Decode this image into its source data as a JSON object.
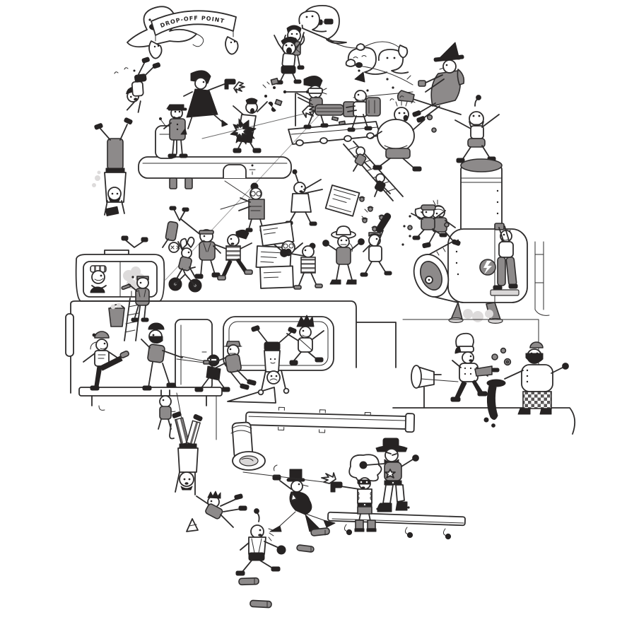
{
  "artwork": {
    "type": "cartoon-illustration",
    "description": "Black-and-white comic illustration of a chaotic free-for-all brawl across pipes, machinery and platforms. Ghosts airlift fighters to a drop-off point, a witch sprays potion, a mohawk gunner fires a minigun from a treadmill, fighters tumble around a giant cannon-boiler, chefs battle with cleaver and saucepan, a dandy dodges a revolver duel on a wheeled cart, and a human chain dangles from a rope.",
    "background_color": "#ffffff",
    "ink_color": "#2e2c2c",
    "gray_color": "#8d8a8a",
    "light_gray_color": "#d9d7d7",
    "banner_text": "DROP-OFF POINT"
  },
  "icons": [
    "lightning-bolt-icon",
    "sheriff-star-icon",
    "muzzle-flash-icon",
    "ghost-icon"
  ],
  "figures": {
    "banner": "DROP-OFF POINT banner held up by two small ghosts",
    "lounging_ghost": "Ghost lounging on its side grinning",
    "carrier_ghost": "Ghost in sunglasses airlifting a man in a harness",
    "dropped_man": "Screaming man being dropped by a ghost",
    "ghost_pair": "Two ghosts swooping in from the right",
    "witch": "Witch on a broomstick spraying potion",
    "upper_platform": "Pipe platform with bellhop, gunslinging woman and exploding man",
    "tumbling_man": "Man tumbling through the air",
    "handstand_man": "Upside-down man doing a handstand",
    "treadmill": "Treadmill rig with blindfolded scooter rider and mohawk minigunner",
    "fat_runner": "Heavy man fleeing the minigun fire",
    "monkey_leaper": "Grinning acrobat leaping over the chimney",
    "cannon_boiler": "Giant boiler cannon with lightning badge, climber and button-pressing woman",
    "brawl_cluster": "Mid-level brawl: crate thrower, granny with needles, crate stack, boxer, cowboy, club man, leaping bandit, strongman swinging a kid, running girl",
    "truck_cab": "Truck cab with driver, sudsy windshield and window washer on a ladder",
    "cyclist": "Hooded cyclist on a tiny bicycle",
    "plank_fight": "Plank fight: kicking woman, bearded man, ninja with sword, man hanging below",
    "window_fighters": "Fighters by the big window: door puller, handstand fighter, mohawk jumper",
    "chef_fight": "Chef with cleaver chasing a big chef pouring sauce from a pan",
    "horn": "Megaphone horn mounted by the pipes",
    "duel": "Western duel on a wheeled cart: dandy in top hat, pouf-haired gunslinger, sheriff",
    "rope_chain": "Human chain hanging from a rope grabbing a running woman",
    "bottom_pipes": "Long bent pipe with rolled end",
    "casings": "Spent bullet casings scattered on the ground"
  }
}
